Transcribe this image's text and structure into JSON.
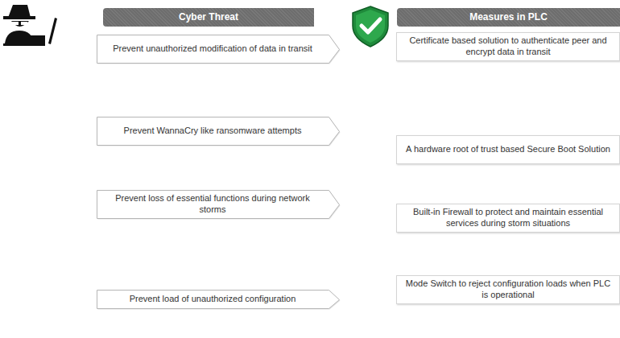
{
  "diagram": {
    "nodes": [
      {
        "text": [
          "Cyber Threat"
        ]
      },
      {
        "text": [
          "Measures in PLC"
        ]
      },
      {
        "text": [
          "Prevent unauthorized modification of data in transit"
        ]
      },
      {
        "text": [
          "Certificate based solution to authenticate peer and encrypt data in transit"
        ]
      },
      {
        "text": [
          "Prevent WannaCry like ransomware attempts"
        ]
      },
      {
        "text": [
          "A hardware root of trust based Secure Boot Solution"
        ]
      },
      {
        "text": [
          "Prevent loss of essential functions during network storms"
        ]
      },
      {
        "text": [
          "Built-in Firewall to protect and maintain essential services during storm situations"
        ]
      },
      {
        "text": [
          "Prevent load of unauthorized configuration"
        ]
      },
      {
        "text": [
          "Mode Switch to reject configuration loads when PLC is operational"
        ]
      }
    ]
  }
}
